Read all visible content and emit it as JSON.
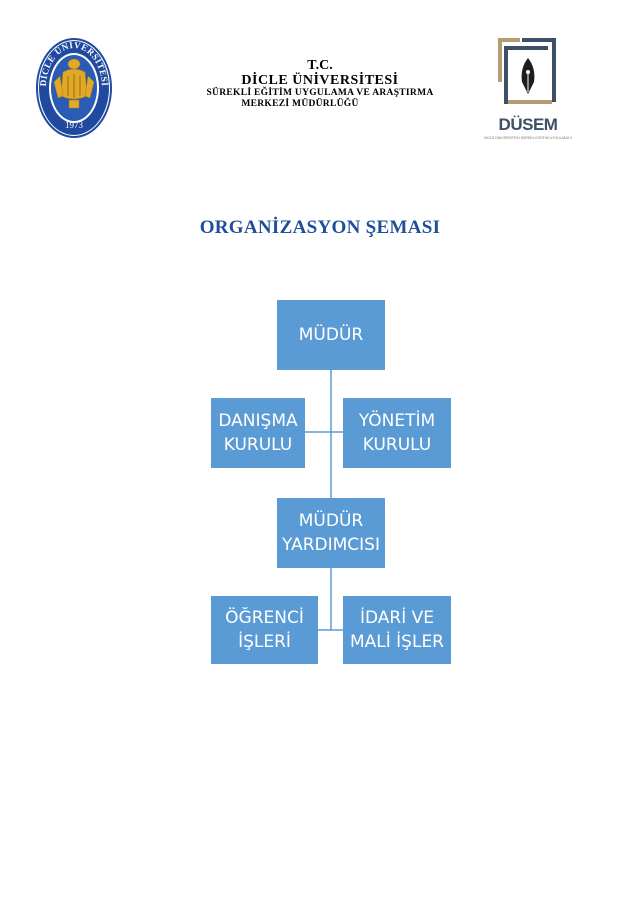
{
  "header": {
    "line1": "T.C.",
    "line2": "DİCLE ÜNİVERSİTESİ",
    "line3": "SÜREKLİ EĞİTİM UYGULAMA VE ARAŞTIRMA",
    "line4": "MERKEZİ MÜDÜRLÜĞÜ"
  },
  "seal": {
    "ring_text": "DİCLE ÜNİVERSİTESİ",
    "year": "1973"
  },
  "logo": {
    "word": "DÜSEM",
    "tagline": "DİCLE ÜNİVERSİTESİ SÜREKLİ EĞİTİM UYGULAMA VE ARAŞTIRMA MERKEZİ"
  },
  "title": "ORGANİZASYON ŞEMASI",
  "colors": {
    "box_fill": "#5b9bd5",
    "connector": "#5b9bd5",
    "title": "#1f4e9b",
    "logo_navy": "#3e4f68",
    "seal_blue": "#1f4aa0",
    "seal_gold": "#e0a92a"
  },
  "org": {
    "mudur": "MÜDÜR",
    "danisma": "DANIŞMA\nKURULU",
    "yonetim": "YÖNETİM\nKURULU",
    "mudur_yardimcisi": "MÜDÜR\nYARDIMCISI",
    "ogrenci": "ÖĞRENCİ\nİŞLERİ",
    "idari": "İDARİ VE\nMALİ İŞLER"
  }
}
